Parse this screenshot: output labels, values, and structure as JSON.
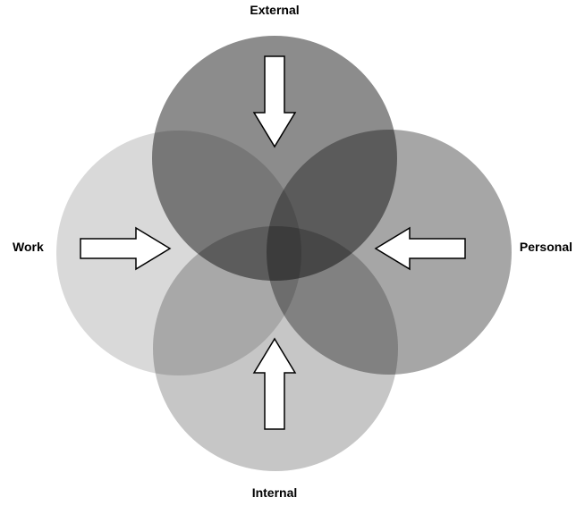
{
  "diagram": {
    "background": "#ffffff",
    "labels": {
      "top": "External",
      "left": "Work",
      "right": "Personal",
      "bottom": "Internal"
    },
    "circles": [
      {
        "name": "work",
        "label": "Work",
        "color": "#d9d9d9"
      },
      {
        "name": "internal",
        "label": "Internal",
        "color": "#c6c6c6"
      },
      {
        "name": "personal",
        "label": "Personal",
        "color": "#a6a6a6"
      },
      {
        "name": "external",
        "label": "External",
        "color": "#8c8c8c"
      }
    ],
    "arrows": [
      {
        "name": "external-arrow",
        "direction": "down",
        "source": "External"
      },
      {
        "name": "work-arrow",
        "direction": "right",
        "source": "Work"
      },
      {
        "name": "personal-arrow",
        "direction": "left",
        "source": "Personal"
      },
      {
        "name": "internal-arrow",
        "direction": "up",
        "source": "Internal"
      }
    ],
    "arrow_style": {
      "fill": "#ffffff",
      "stroke": "#000000"
    }
  }
}
